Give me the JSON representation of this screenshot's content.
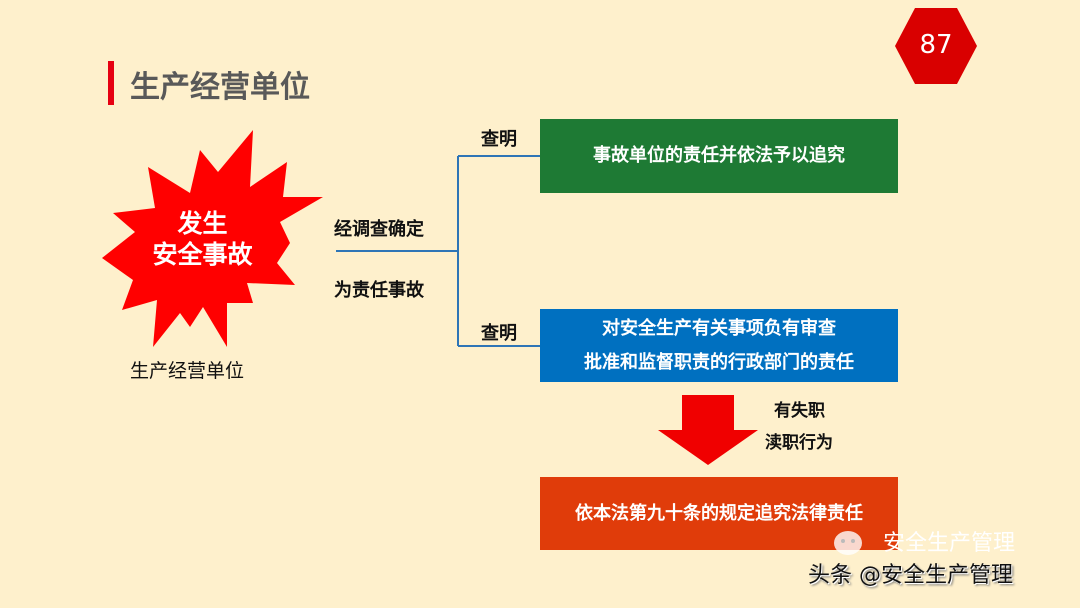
{
  "slide": {
    "title": "生产经营单位",
    "page_number": "87",
    "accident": {
      "line1": "发生",
      "line2": "安全事故"
    },
    "caption": "生产经营单位",
    "condition": {
      "line1": "经调查确定",
      "line2": "为责任事故"
    },
    "branch_top": {
      "label": "查明",
      "box": "事故单位的责任并依法予以追究"
    },
    "branch_bottom": {
      "label": "查明",
      "box_line1": "对安全生产有关事项负有审查",
      "box_line2": "批准和监督职责的行政部门的责任"
    },
    "arrow_label": {
      "line1": "有失职",
      "line2": "渎职行为"
    },
    "result_box": "依本法第九十条的规定追究法律责任"
  },
  "watermark": {
    "faint": "安全生产管理",
    "main": "头条 @安全生产管理"
  },
  "colors": {
    "background": "#FEF0CC",
    "accent_red": "#E60012",
    "green": "#1E7A34",
    "blue": "#0070C0",
    "orange": "#E03C0A",
    "burst": "#FF0000",
    "badge": "#D90000"
  }
}
